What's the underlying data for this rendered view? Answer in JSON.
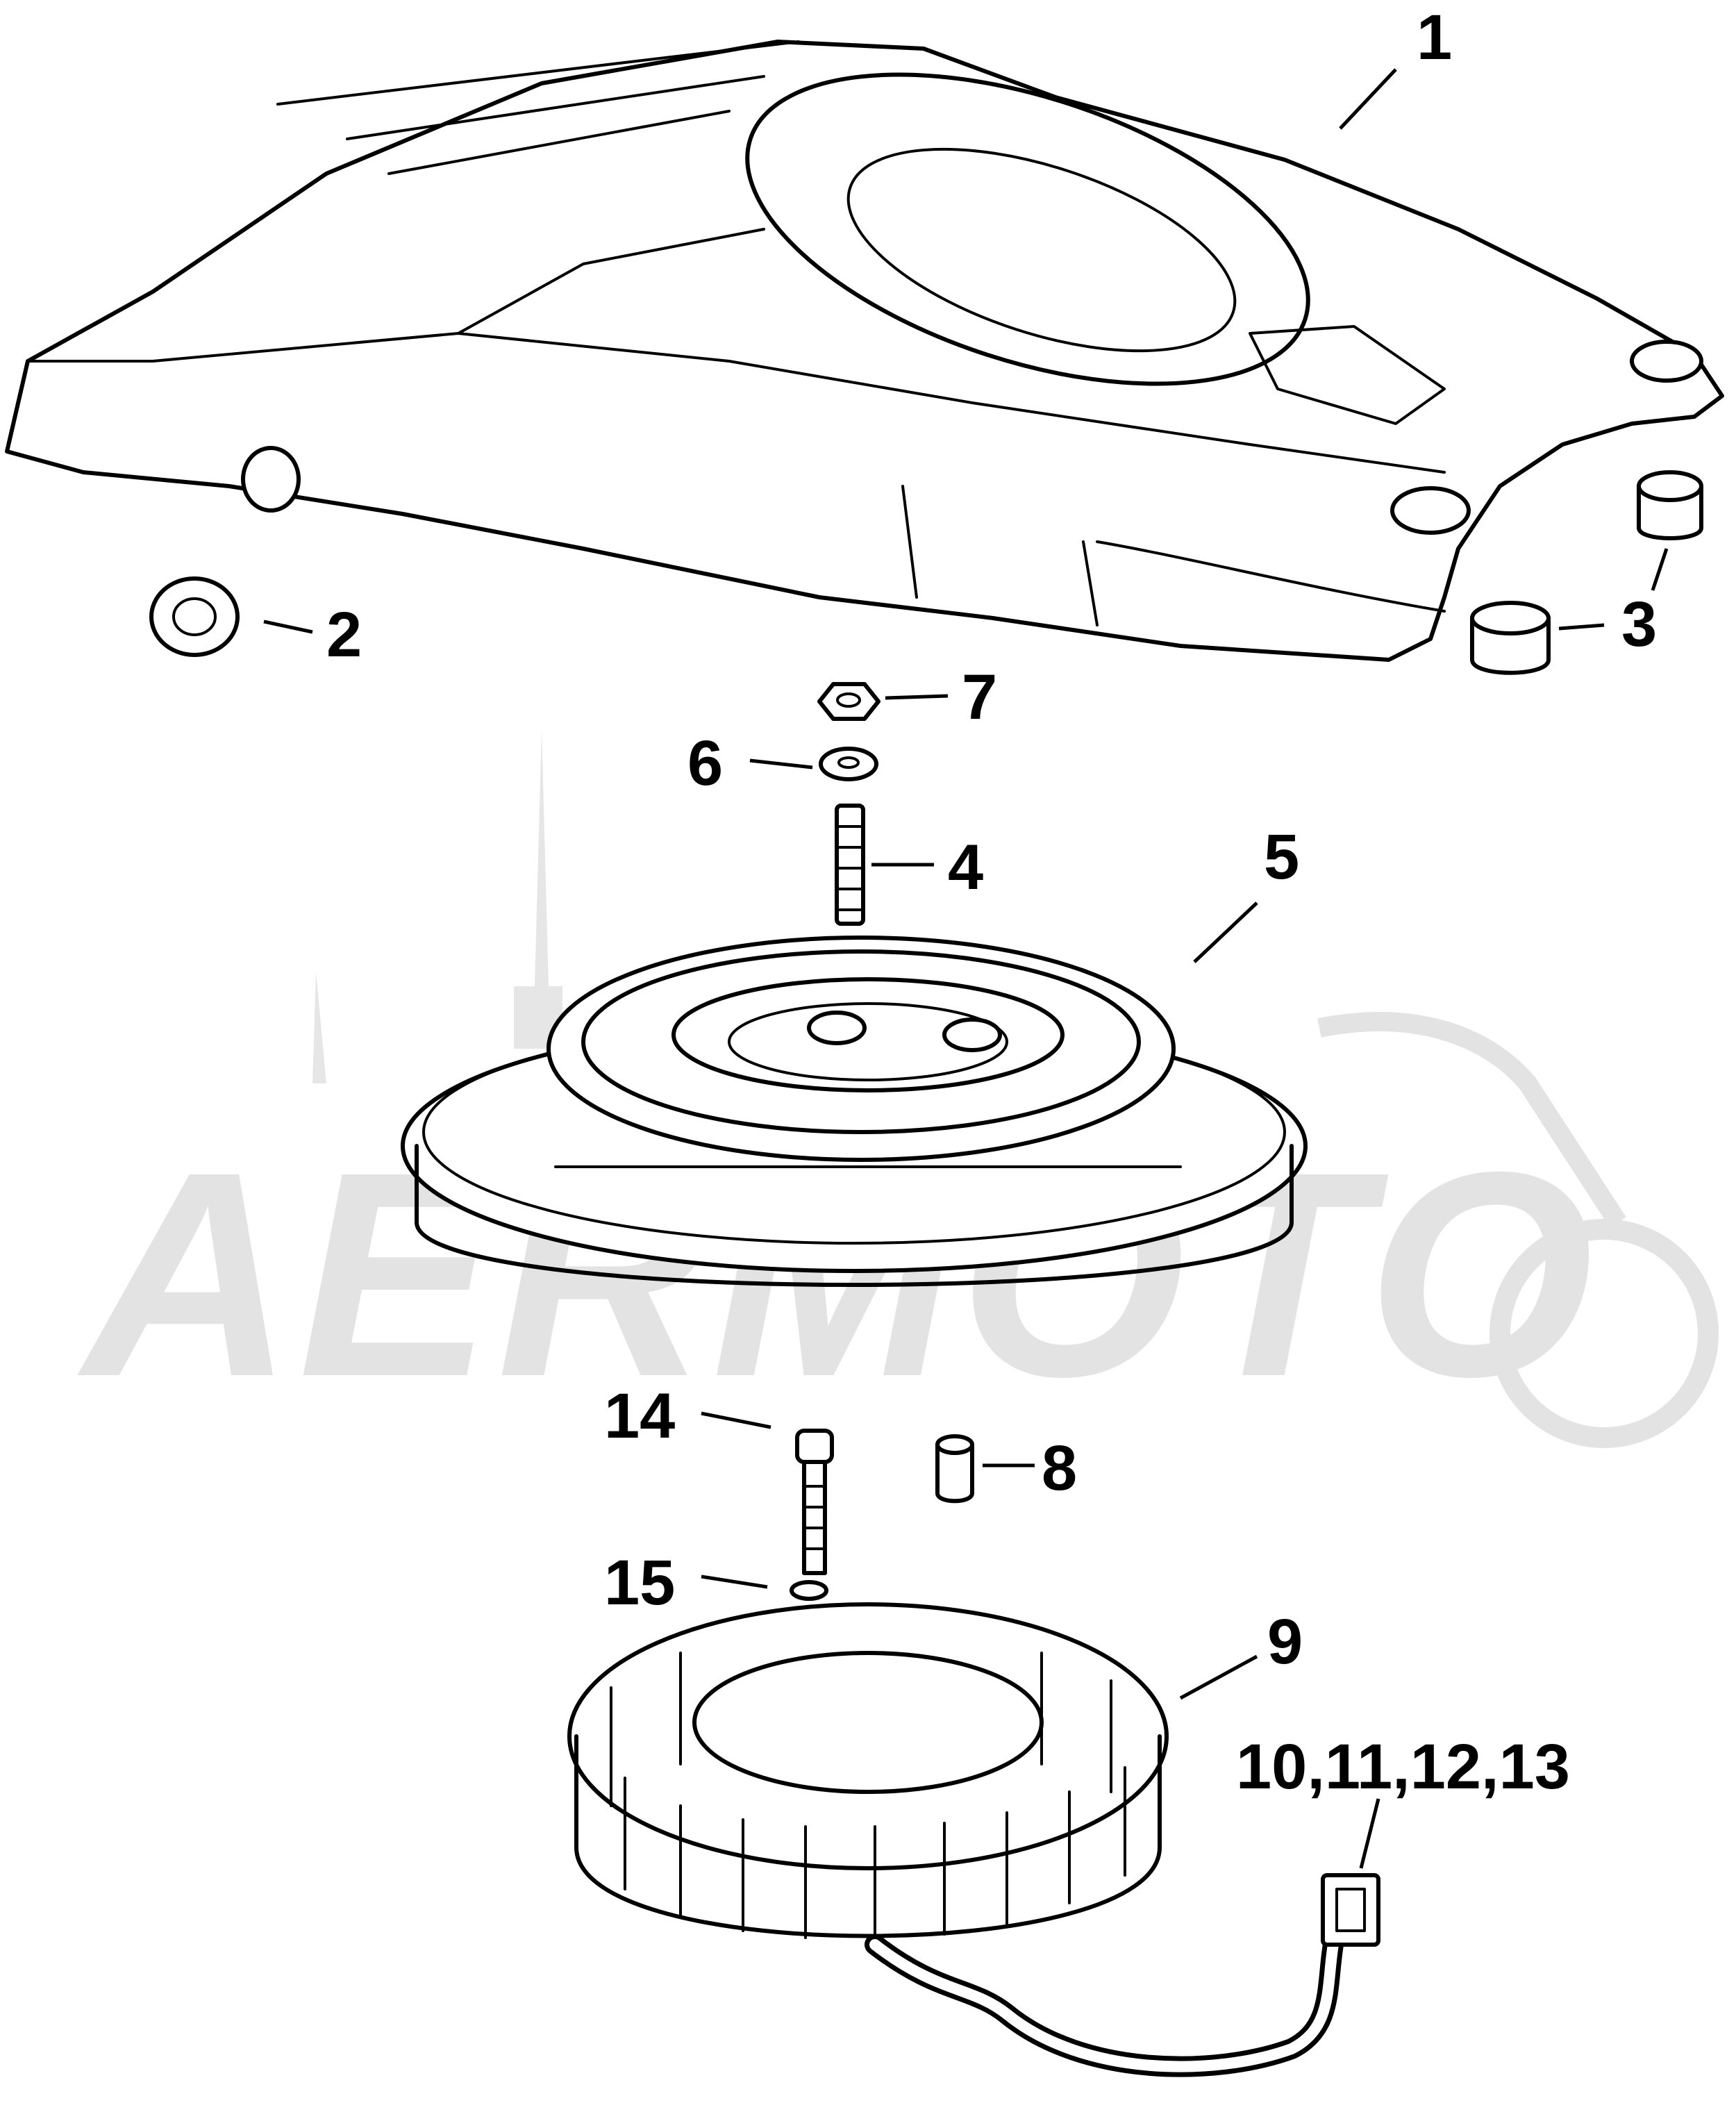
{
  "watermark": {
    "text": "AERMOTO"
  },
  "callouts": [
    {
      "id": "1",
      "label": "1"
    },
    {
      "id": "2",
      "label": "2"
    },
    {
      "id": "3",
      "label": "3"
    },
    {
      "id": "4",
      "label": "4"
    },
    {
      "id": "5",
      "label": "5"
    },
    {
      "id": "6",
      "label": "6"
    },
    {
      "id": "7",
      "label": "7"
    },
    {
      "id": "8",
      "label": "8"
    },
    {
      "id": "9",
      "label": "9"
    },
    {
      "id": "10-13",
      "label": "10,11,12,13"
    },
    {
      "id": "14",
      "label": "14"
    },
    {
      "id": "15",
      "label": "15"
    }
  ]
}
